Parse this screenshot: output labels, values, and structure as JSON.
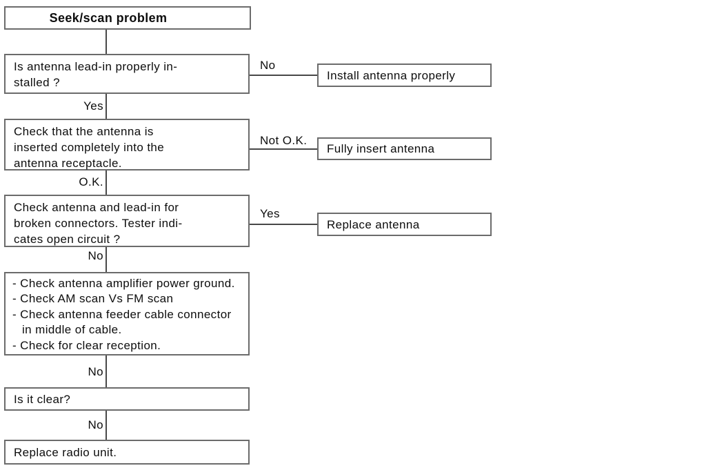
{
  "colors": {
    "background": "#ffffff",
    "box_border": "#6b6b6b",
    "line": "#474747",
    "text": "#0d0d0d"
  },
  "flowchart": {
    "title": "Seek/scan problem",
    "steps": {
      "lead_in": {
        "lines": [
          "Is antenna lead-in properly in-",
          "stalled ?"
        ]
      },
      "inserted": {
        "lines": [
          "Check that the antenna is",
          "inserted completely into the",
          "antenna receptacle."
        ]
      },
      "broken": {
        "lines": [
          "Check antenna and lead-in for",
          "broken connectors. Tester indi-",
          "cates open circuit ?"
        ]
      },
      "checklist": {
        "lines": [
          "- Check antenna amplifier power ground.",
          "- Check AM scan Vs FM scan",
          "- Check antenna feeder cable connector",
          "in middle of cable.",
          "- Check for clear reception."
        ]
      },
      "is_clear": {
        "text": "Is it clear?"
      },
      "replace_radio": {
        "text": "Replace radio unit."
      }
    },
    "spine_labels": [
      "Yes",
      "O.K.",
      "No",
      "No",
      "No"
    ],
    "branches": [
      {
        "label": "No",
        "result": "Install antenna properly"
      },
      {
        "label": "Not O.K.",
        "result": "Fully insert antenna"
      },
      {
        "label": "Yes",
        "result": "Replace antenna"
      }
    ]
  }
}
